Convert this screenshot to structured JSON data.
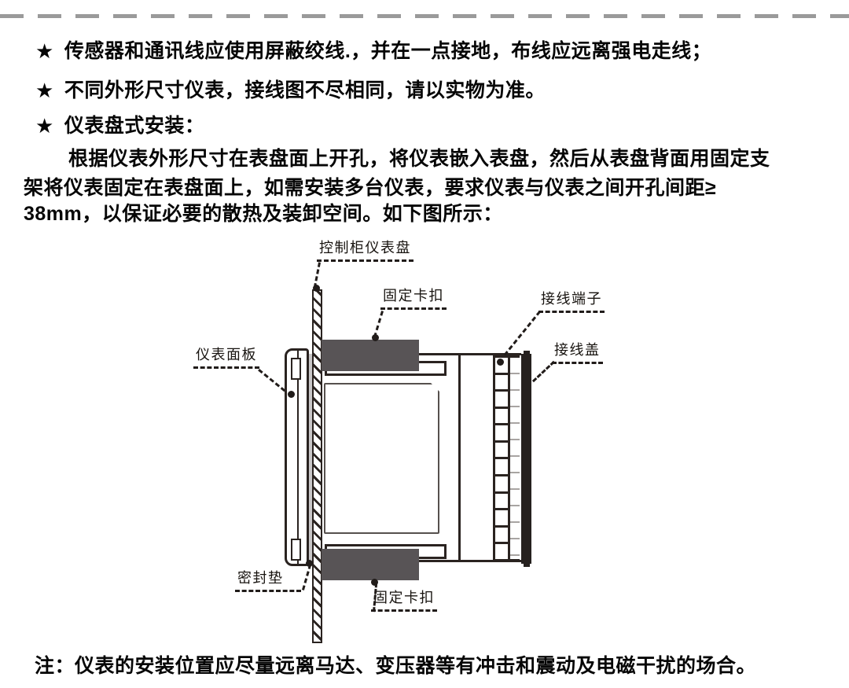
{
  "page": {
    "bullets": [
      {
        "marker": "★",
        "text": "传感器和通讯线应使用屏蔽绞线.，并在一点接地，布线应远离强电走线；"
      },
      {
        "marker": "★",
        "text": "不同外形尺寸仪表，接线图不尽相同，请以实物为准。"
      },
      {
        "marker": "★",
        "text": "仪表盘式安装："
      }
    ],
    "paragraph_lines": [
      "根据仪表外形尺寸在表盘面上开孔，将仪表嵌入表盘，然后从表盘背面用固定支",
      "架将仪表固定在表盘面上，如需安装多台仪表，要求仪表与仪表之间开孔间距≥",
      "38mm，以保证必要的散热及装卸空间。如下图所示："
    ],
    "note": "注：仪表的安装位置应尽量远离马达、变压器等有冲击和震动及电磁干扰的场合。"
  },
  "diagram": {
    "labels": {
      "panel": "控制柜仪表盘",
      "clip_top": "固定卡扣",
      "terminal": "接线端子",
      "cover": "接线盖",
      "faceplate": "仪表面板",
      "gasket": "密封垫",
      "clip_bottom": "固定卡扣"
    },
    "colors": {
      "line": "#2a2320",
      "clip_gray": "#585456",
      "gasket_gray": "#c9c7c8",
      "dash_gray": "#9a9a9a"
    }
  }
}
